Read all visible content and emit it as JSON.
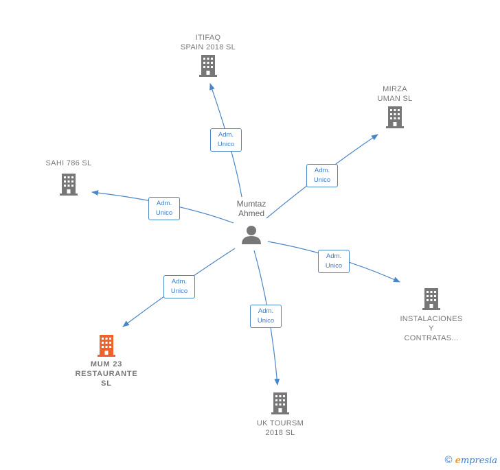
{
  "center": {
    "label": "Mumtaz\nAhmed",
    "icon": "person-icon"
  },
  "colors": {
    "edge": "#4a86c8",
    "building": "#777777",
    "highlight": "#f0622b"
  },
  "nodes": [
    {
      "id": "itifaq",
      "label": "ITIFAQ\nSPAIN 2018  SL",
      "highlight": false
    },
    {
      "id": "mirza",
      "label": "MIRZA\nUMAN  SL",
      "highlight": false
    },
    {
      "id": "sahi",
      "label": "SAHI 786  SL",
      "highlight": false
    },
    {
      "id": "instalaciones",
      "label": "INSTALACIONES\nY\nCONTRATAS...",
      "highlight": false
    },
    {
      "id": "mum23",
      "label": "MUM 23\nRESTAURANTE\nSL",
      "highlight": true
    },
    {
      "id": "uktoursm",
      "label": "UK TOURSM\n2018  SL",
      "highlight": false
    }
  ],
  "edge_label": {
    "line1": "Adm.",
    "line2": "Unico"
  },
  "footer": {
    "copyright": "©",
    "brand_e": "e",
    "brand_rest": "mpresia"
  }
}
